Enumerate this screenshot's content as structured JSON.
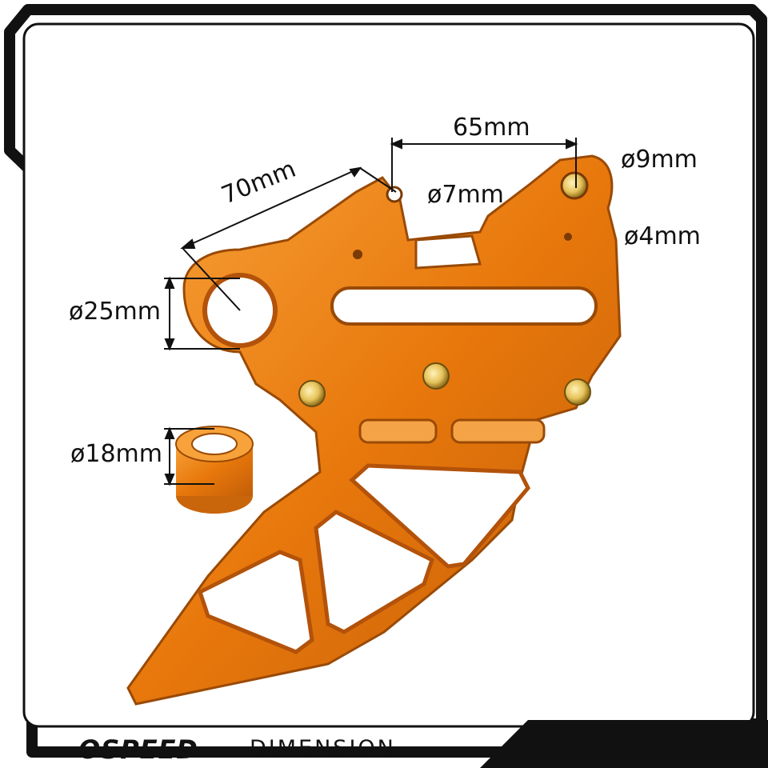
{
  "brand": {
    "logo_text": "OSPEED"
  },
  "caption": "DIMENSION",
  "dimensions": {
    "top_spacing": "65mm",
    "hole_large_right": "ø9mm",
    "hole_small_top": "ø7mm",
    "hole_tiny_right": "ø4mm",
    "arm_length": "70mm",
    "axle_hole": "ø25mm",
    "spacer": "ø18mm"
  },
  "colors": {
    "part": "#e8780c",
    "part_dark": "#b3520a",
    "part_light": "#f7a23a",
    "frame": "#111111",
    "bolt": "#e6c25a"
  }
}
